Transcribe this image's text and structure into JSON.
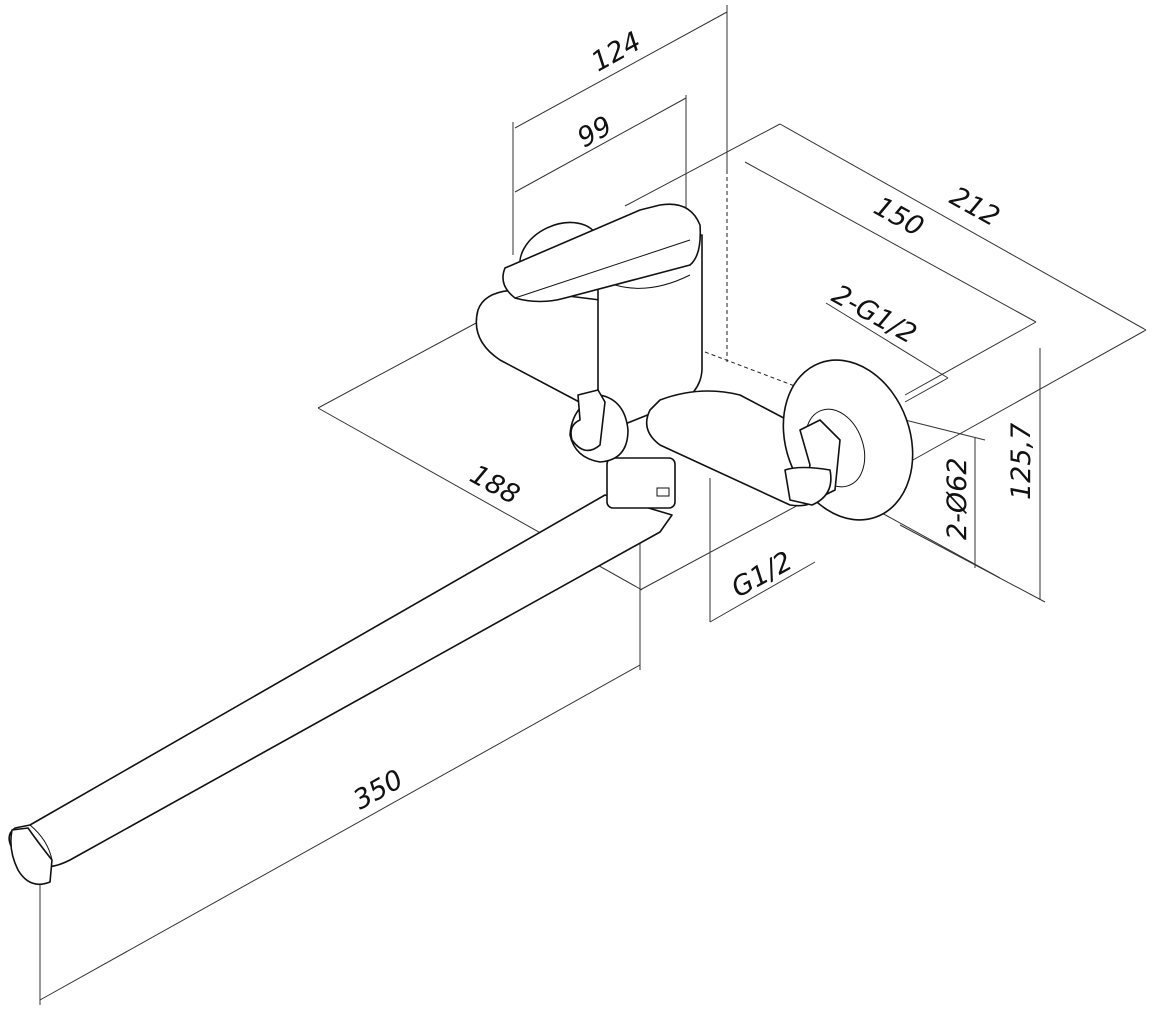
{
  "drawing": {
    "dimensions": {
      "width_total": "124",
      "width_body": "99",
      "depth_total": "212",
      "center_spacing": "150",
      "inlet_thread": "2-G1/2",
      "spout_offset": "188",
      "outlet_thread": "G1/2",
      "flange_diameter": "2-Ø62",
      "height": "125,7",
      "spout_length": "350"
    }
  }
}
